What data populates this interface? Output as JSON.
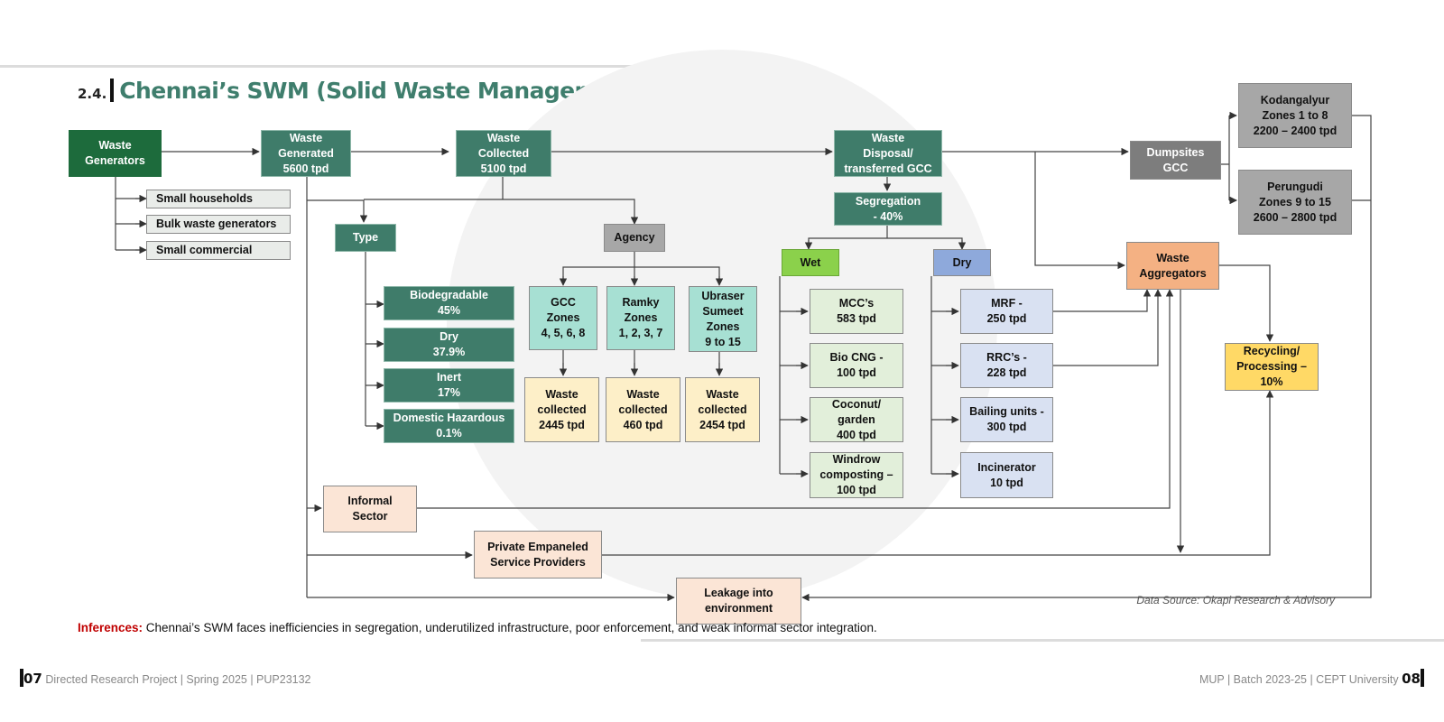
{
  "heading": {
    "number": "2.4.",
    "title": "Chennai’s SWM (Solid Waste Management) Flowchart"
  },
  "boxes": {
    "waste_generators": "Waste\nGenerators",
    "small_households": "Small households",
    "bulk_generators": "Bulk waste generators",
    "small_commercial": "Small commercial",
    "waste_generated": "Waste\nGenerated\n5600 tpd",
    "waste_collected": "Waste\nCollected\n5100 tpd",
    "type": "Type",
    "agency": "Agency",
    "biodegradable": "Biodegradable\n45%",
    "dry_type": "Dry\n37.9%",
    "inert": "Inert\n17%",
    "domestic_hazardous": "Domestic Hazardous\n0.1%",
    "gcc_zones": "GCC\nZones\n4, 5, 6, 8",
    "ramky_zones": "Ramky\nZones\n1, 2, 3, 7",
    "urbaser_zones": "Ubraser\nSumeet\nZones\n9 to 15",
    "gcc_collected": "Waste\ncollected\n2445 tpd",
    "ramky_collected": "Waste\ncollected\n460 tpd",
    "urbaser_collected": "Waste\ncollected\n2454 tpd",
    "waste_disposal": "Waste\nDisposal/\ntransferred GCC",
    "segregation": "Segregation\n- 40%",
    "wet": "Wet",
    "dry": "Dry",
    "mcc": "MCC’s\n583 tpd",
    "bio_cng": "Bio CNG -\n100 tpd",
    "coconut": "Coconut/\ngarden\n400 tpd",
    "windrow": "Windrow\ncomposting –\n100 tpd",
    "mrf": "MRF -\n250 tpd",
    "rrc": "RRC’s -\n228 tpd",
    "bailing": "Bailing units -\n300 tpd",
    "incinerator": "Incinerator\n10 tpd",
    "dumpsites": "Dumpsites\nGCC",
    "kodangalyur": "Kodangalyur\nZones 1 to 8\n2200 – 2400 tpd",
    "perungudi": "Perungudi\nZones 9 to 15\n2600 – 2800 tpd",
    "waste_aggregators": "Waste\nAggregators",
    "recycling": "Recycling/\nProcessing –\n10%",
    "informal_sector": "Informal\nSector",
    "private_providers": "Private Empaneled\nService Providers",
    "leakage": "Leakage into\nenvironment"
  },
  "source": "Data Source: Okapi Research & Advisory",
  "inferences": {
    "label": "Inferences:",
    "text": " Chennai’s SWM faces inefficiencies in segregation, underutilized infrastructure, poor enforcement, and weak informal sector integration."
  },
  "footer": {
    "left_page": "07",
    "left_text": " Directed Research Project | Spring 2025 | PUP23132",
    "right_text": "MUP | Batch 2023-25 | CEPT University ",
    "right_page": "08"
  },
  "colors": {
    "dark_green": "#1d6b3c",
    "teal": "#3f7c6a",
    "mint": "#a7e0d3",
    "cream": "#fdefc8",
    "wet_green": "#8bd14b",
    "pale_green": "#e2efda",
    "dry_blue": "#8ea9db",
    "pale_blue": "#d9e1f2",
    "orange": "#f4b183",
    "yellow": "#ffd966",
    "peach": "#fbe5d6",
    "title_green": "#3f7e6d",
    "inference_red": "#c00000"
  }
}
